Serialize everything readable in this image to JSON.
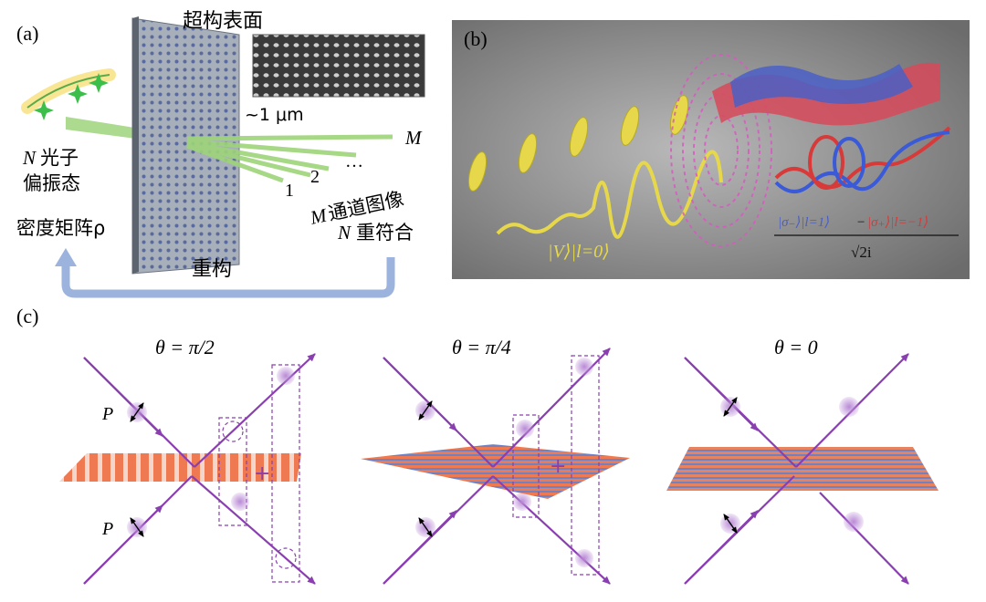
{
  "panel_a": {
    "label": "(a)",
    "metasurface_label": "超构表面",
    "scale_bar": "~1 μm",
    "input_n": "N",
    "input_label_line1": "光子",
    "input_label_line2": "偏振态",
    "density_label": "密度矩阵ρ",
    "channel_m": "M",
    "channel_labels": [
      "1",
      "2",
      "…"
    ],
    "m_channels_m": "M",
    "m_channels_text": "通道图像",
    "coincidence_n": "N",
    "coincidence_text": "重符合",
    "reconstruct_label": "重构"
  },
  "panel_b": {
    "label": "(b)",
    "input_state": "|V⟩|l=0⟩",
    "output_numerator_blue": "|σ₋⟩|l=1⟩",
    "output_minus": "−",
    "output_numerator_red": "|σ₊⟩|l=−1⟩",
    "output_denominator": "√2i"
  },
  "panel_c": {
    "label": "(c)",
    "titles": [
      "θ = π/2",
      "θ = π/4",
      "θ = 0"
    ],
    "polarization_label": "P",
    "plus_sign": "+"
  },
  "colors": {
    "purple": "#8a3fb0",
    "blue_frame": "#9bb3dd",
    "green_beam": "#9ed47a",
    "grating_orange": "#ef7a52",
    "grating_blue": "#6f82c4",
    "yellow": "#e6d84a",
    "panel_b_bg": "#8a8a8a"
  }
}
